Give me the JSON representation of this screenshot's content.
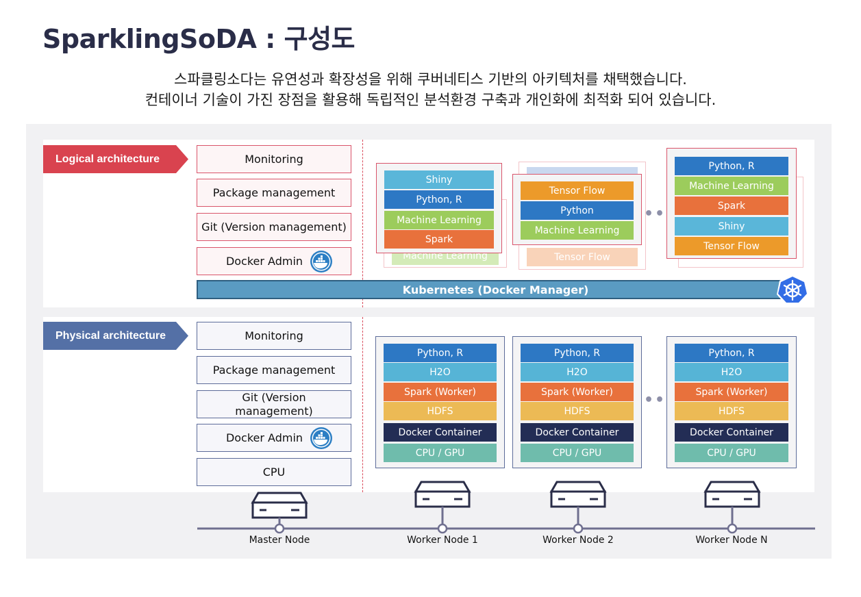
{
  "page": {
    "title": "SparklingSoDA : 구성도",
    "subtitle_line1": "스파클링소다는 유연성과 확장성을 위해 쿠버네티스 기반의 아키텍처를 채택했습니다.",
    "subtitle_line2": "컨테이너 기술이 가진 장점을 활용해 독립적인 분석환경 구축과 개인화에 최적화 되어 있습니다."
  },
  "colors": {
    "logical_accent": "#d9434f",
    "physical_accent": "#5470a6",
    "kubernetes": "#5a9bc2",
    "shiny": "#5ab6d9",
    "python_r": "#2d78c4",
    "machine_learning": "#9ccc5c",
    "spark": "#e8713c",
    "tensor_flow": "#ec9a2a",
    "h2o": "#56b4d6",
    "hdfs": "#ecba55",
    "docker_container": "#232d55",
    "cpu_gpu": "#6fbcac"
  },
  "logical": {
    "label": "Logical architecture",
    "management": [
      "Monitoring",
      "Package management",
      "Git (Version management)",
      "Docker Admin"
    ],
    "kubernetes_label": "Kubernetes (Docker Manager)",
    "containers": [
      {
        "layers": [
          {
            "label": "Shiny",
            "color": "#5ab6d9"
          },
          {
            "label": "Python, R",
            "color": "#2d78c4"
          },
          {
            "label": "Machine Learning",
            "color": "#9ccc5c"
          },
          {
            "label": "Spark",
            "color": "#e8713c"
          }
        ],
        "ghost_label": "Machine Learning"
      },
      {
        "layers": [
          {
            "label": "Tensor Flow",
            "color": "#ec9a2a"
          },
          {
            "label": "Python",
            "color": "#2d78c4"
          },
          {
            "label": "Machine Learning",
            "color": "#9ccc5c"
          }
        ],
        "ghost_label": "Tensor Flow"
      },
      {
        "layers": [
          {
            "label": "Python, R",
            "color": "#2d78c4"
          },
          {
            "label": "Machine Learning",
            "color": "#9ccc5c"
          },
          {
            "label": "Spark",
            "color": "#e8713c"
          },
          {
            "label": "Shiny",
            "color": "#5ab6d9"
          },
          {
            "label": "Tensor Flow",
            "color": "#ec9a2a"
          }
        ]
      }
    ],
    "ellipsis": "•••"
  },
  "physical": {
    "label": "Physical architecture",
    "management": [
      "Monitoring",
      "Package management",
      "Git (Version management)",
      "Docker Admin",
      "CPU"
    ],
    "worker_layers": [
      {
        "label": "Python, R",
        "color": "#2d78c4"
      },
      {
        "label": "H2O",
        "color": "#56b4d6"
      },
      {
        "label": "Spark (Worker)",
        "color": "#e8713c"
      },
      {
        "label": "HDFS",
        "color": "#ecba55"
      },
      {
        "label": "Docker Container",
        "color": "#232d55"
      },
      {
        "label": "CPU / GPU",
        "color": "#6fbcac"
      }
    ],
    "ellipsis": "•••"
  },
  "nodes": [
    "Master Node",
    "Worker Node 1",
    "Worker Node 2",
    "Worker Node N"
  ],
  "icons": {
    "docker": "docker-icon",
    "kubernetes": "kubernetes-helm-icon",
    "server": "server-icon"
  }
}
